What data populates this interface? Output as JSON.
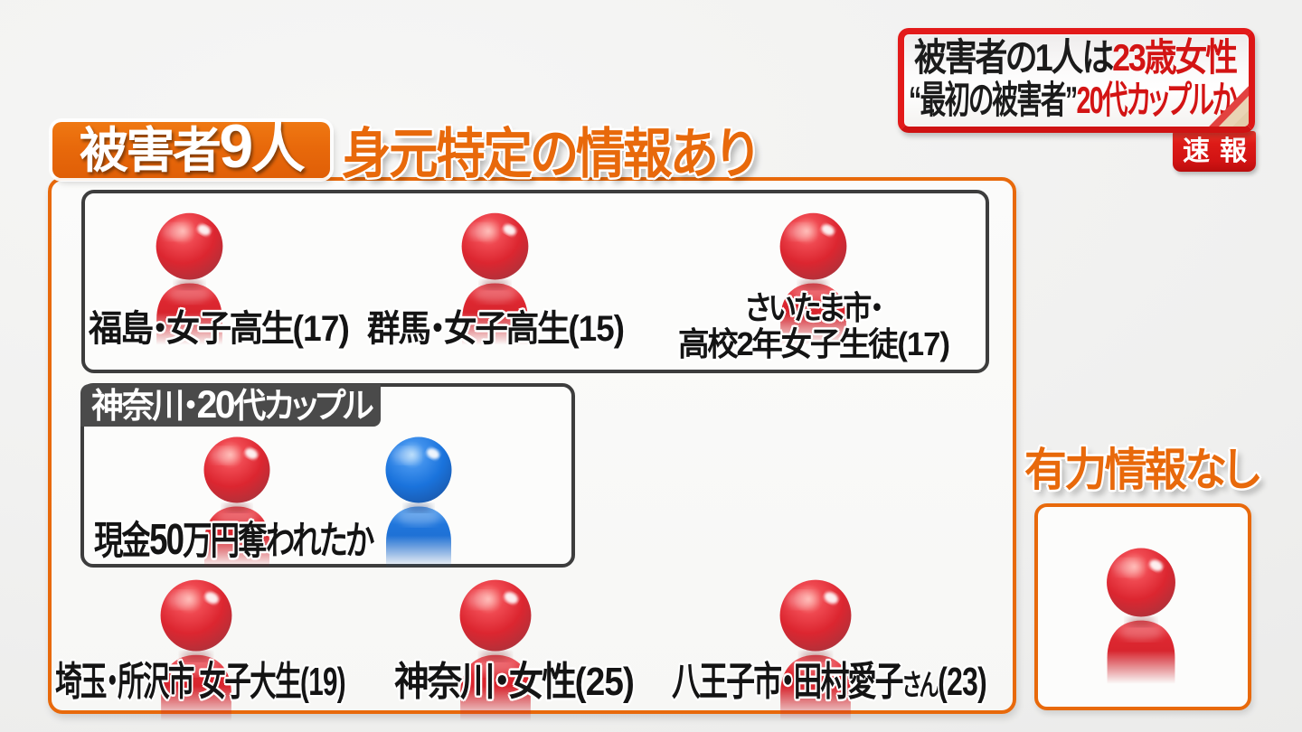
{
  "colors": {
    "accent_orange": "#e8690b",
    "news_border_red": "#e31a1a",
    "news_text_red": "#d31414",
    "text_black": "#1b1b1b",
    "gray_box_border": "#3d3d3d",
    "couple_tab_bg": "#4a4a4a",
    "person_red": "#e23239",
    "person_blue": "#1f7ddd"
  },
  "newsflash": {
    "line1_black": "被害者の1人は",
    "line1_red": "23歳女性",
    "line2_black": "“最初の被害者”",
    "line2_red": "20代カップルか",
    "badge": "速報"
  },
  "title": {
    "badge_prefix": "被害者",
    "badge_num": "9",
    "badge_suffix": "人",
    "heading": "身元特定の情報あり"
  },
  "identified": {
    "row1": [
      {
        "icon": "person-red",
        "name": "福島・女子高生",
        "age": "(17)"
      },
      {
        "icon": "person-red",
        "name": "群馬・女子高生",
        "age": "(15)"
      },
      {
        "icon": "person-red",
        "line1": "さいたま市・",
        "line2": "高校2年女子生徒",
        "age": "(17)"
      }
    ],
    "couple": {
      "tab_prefix": "神奈川・",
      "tab_num": "20",
      "tab_suffix": "代カップル",
      "icons": [
        "person-red",
        "person-blue"
      ],
      "note_prefix": "現金",
      "note_num": "50",
      "note_suffix": "万円奪われたか"
    },
    "row2": [
      {
        "icon": "person-red",
        "name": "埼玉・所沢市 女子大生",
        "age": "(19)"
      },
      {
        "icon": "person-red",
        "name": "神奈川・女性",
        "age": "(25)"
      },
      {
        "icon": "person-red",
        "name": "八王子市・田村愛子",
        "suffix": "さん",
        "age": "(23)"
      }
    ]
  },
  "no_info": {
    "heading": "有力情報なし",
    "icon": "person-red"
  }
}
